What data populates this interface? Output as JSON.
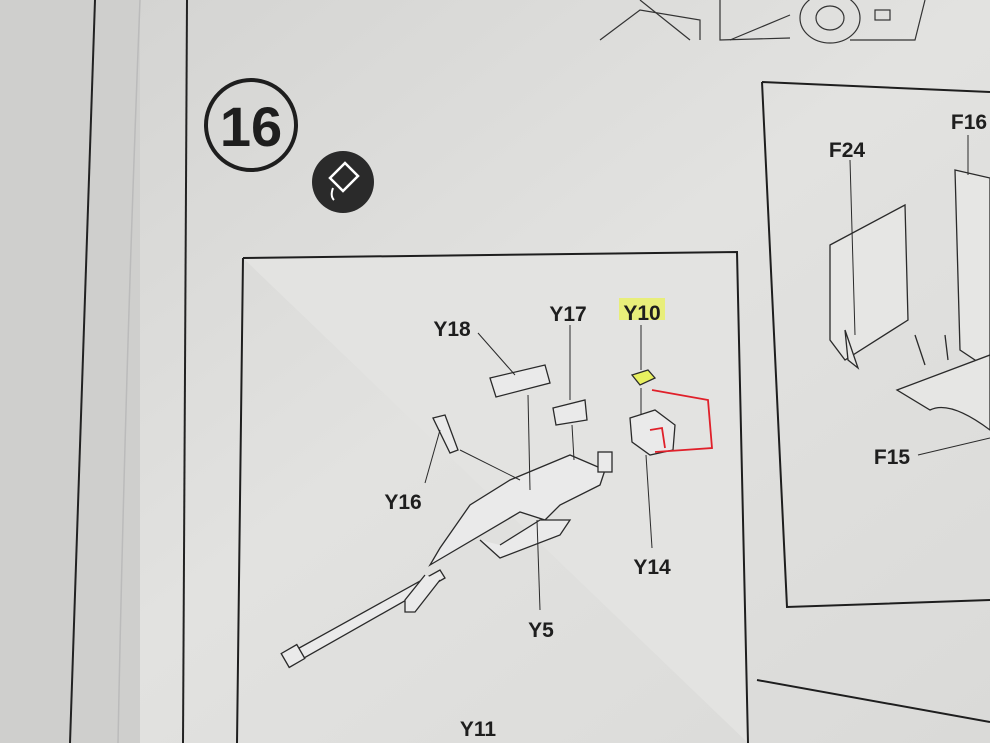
{
  "step": {
    "number": "16",
    "icon": "glue-icon"
  },
  "left_panel": {
    "labels": {
      "y18": "Y18",
      "y17": "Y17",
      "y10": "Y10",
      "y16": "Y16",
      "y14": "Y14",
      "y5": "Y5",
      "y11": "Y11"
    },
    "highlight_color": "#e8f060",
    "annotation_color": "#e0202a"
  },
  "right_panel": {
    "labels": {
      "f24": "F24",
      "f16": "F16",
      "f15": "F15"
    }
  }
}
